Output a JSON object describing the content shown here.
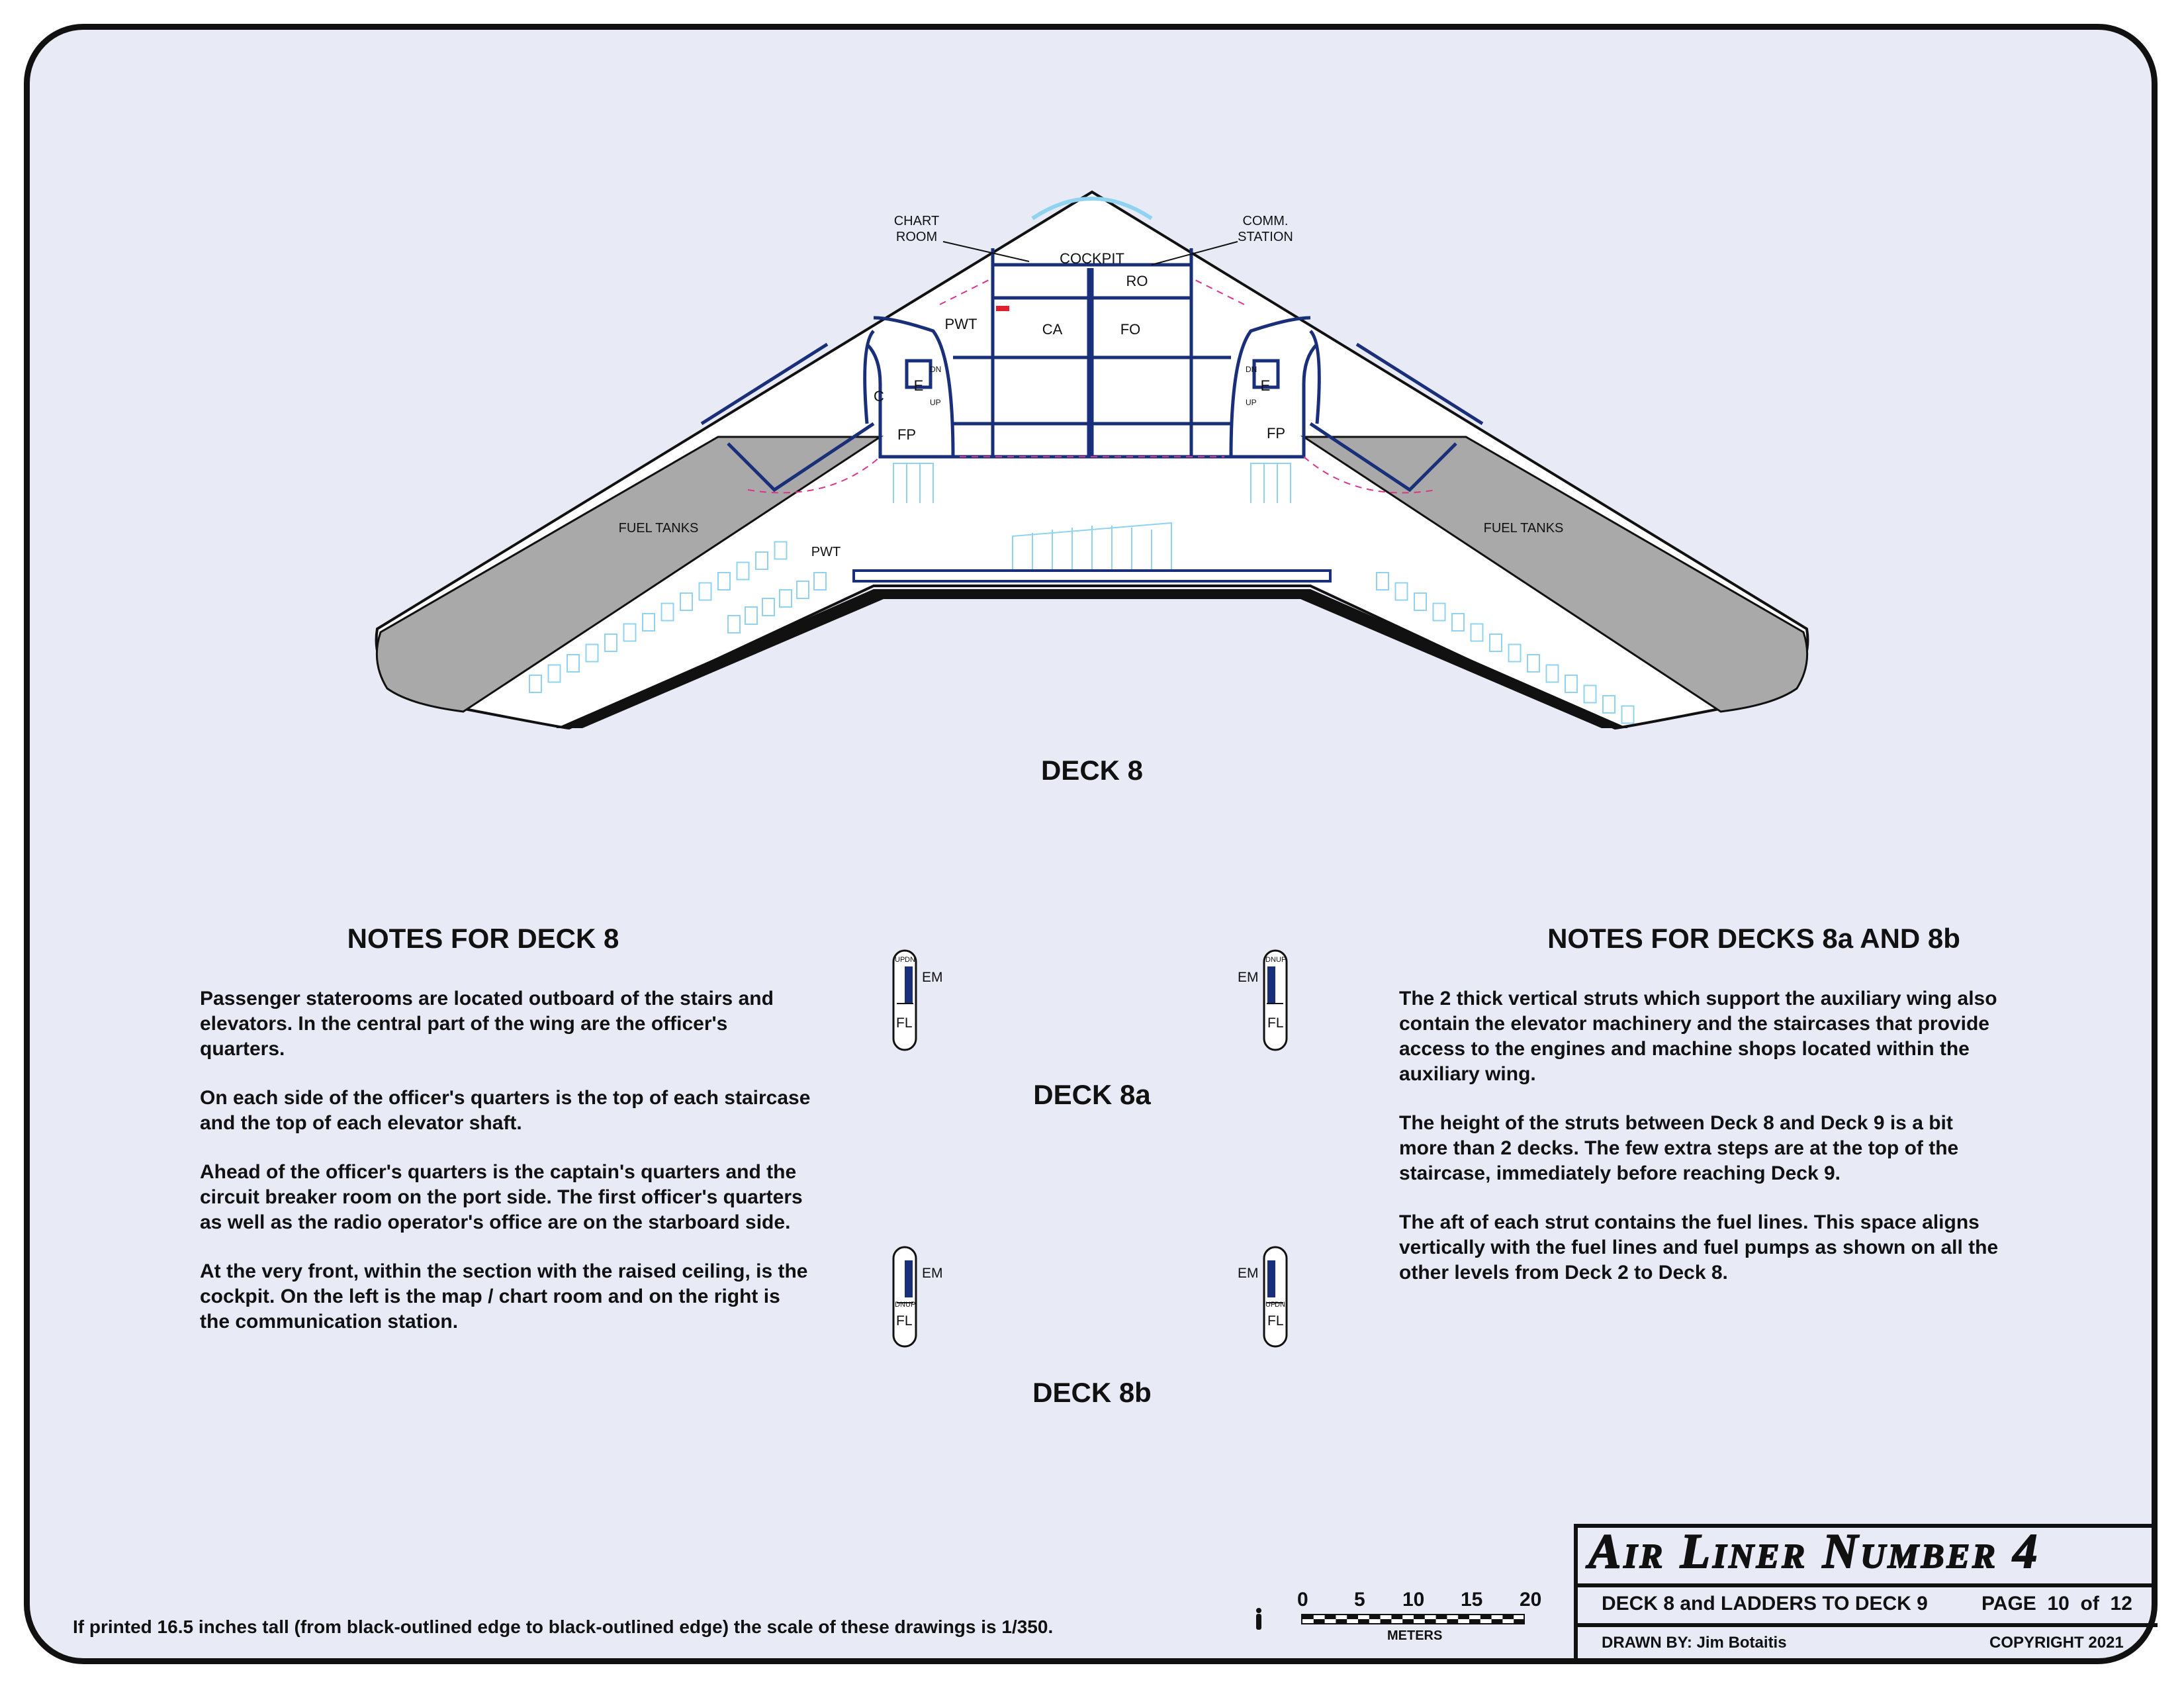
{
  "plan": {
    "labels": {
      "chart_room_1": "CHART",
      "chart_room_2": "ROOM",
      "comm_station_1": "COMM.",
      "comm_station_2": "STATION",
      "cockpit": "COCKPIT",
      "ro": "RO",
      "pwt_upper": "PWT",
      "ca": "CA",
      "fo": "FO",
      "c": "C",
      "e_left": "E",
      "e_right": "E",
      "dn_left": "DN",
      "up_left": "UP",
      "dn_right": "DN",
      "up_right": "UP",
      "fp_left": "FP",
      "fp_right": "FP",
      "fuel_left": "FUEL TANKS",
      "fuel_right": "FUEL TANKS",
      "pwt_lower": "PWT"
    },
    "colors": {
      "background": "#e8eaf6",
      "hull_fill": "#ffffff",
      "fuel_tank": "#a9a9a9",
      "structure": "#1a2f7a",
      "window": "#8fd3f0",
      "dashed_line": "#d9368a",
      "person_marker": "#e0202a"
    }
  },
  "deck8_title": "DECK 8",
  "deck8a_title": "DECK 8a",
  "deck8b_title": "DECK 8b",
  "ladders": {
    "up": "UP",
    "dn": "DN",
    "em": "EM",
    "fl": "FL"
  },
  "notes_left": {
    "title": "NOTES FOR DECK 8",
    "p1": "Passenger staterooms are located outboard of the stairs and elevators. In the central part of the wing are the officer's quarters.",
    "p2": "On each side of the officer's quarters is the top of each staircase and the top of each elevator shaft.",
    "p3": "Ahead of the officer's quarters is the captain's quarters and the circuit breaker room on the port side. The first officer's quarters as well as the radio operator's office are on the starboard side.",
    "p4": "At the very front, within the section with the raised ceiling, is the cockpit. On the left is the map / chart room and on the right is the communication station."
  },
  "notes_right": {
    "title": "NOTES FOR DECKS 8a AND 8b",
    "p1": "The 2 thick vertical struts which support the auxiliary wing also contain the elevator machinery and the staircases that provide access to the engines and machine shops located within the auxiliary wing.",
    "p2": "The height of the struts between Deck 8 and Deck 9 is a bit more than 2 decks. The few extra steps are at the top of the staircase, immediately before reaching Deck 9.",
    "p3": "The aft of each strut contains the fuel lines. This space aligns vertically with the fuel lines and fuel pumps as shown on all the other levels from Deck 2 to Deck 8."
  },
  "scale_note": "If printed 16.5 inches tall (from black-outlined edge to black-outlined edge) the scale of these drawings is 1/350.",
  "scale_bar": {
    "ticks": [
      "0",
      "5",
      "10",
      "15",
      "20"
    ],
    "unit": "METERS"
  },
  "title_block": {
    "app_title": "Air Liner Number 4",
    "subtitle": "DECK 8 and LADDERS TO DECK 9",
    "page_word": "PAGE",
    "page_num": "10",
    "of_word": "of",
    "page_total": "12",
    "drawn_by": "DRAWN BY: Jim Botaitis",
    "copyright": "COPYRIGHT 2021"
  }
}
